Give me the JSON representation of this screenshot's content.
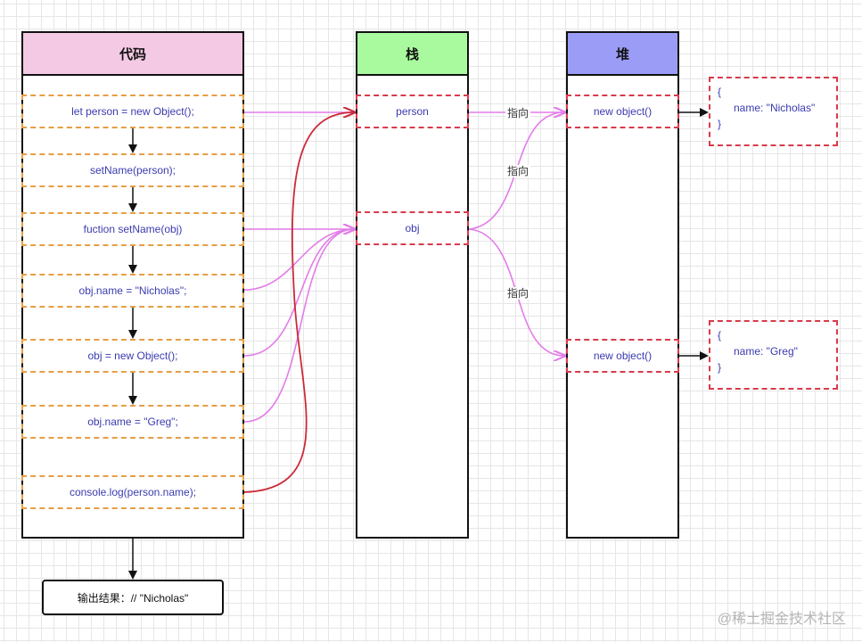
{
  "headers": {
    "code": "代码",
    "stack": "栈",
    "heap": "堆"
  },
  "colors": {
    "code_header": "#f4c9e3",
    "stack_header": "#a9fa9f",
    "heap_header": "#9b9cf6",
    "pink_arrow": "#e37ce9",
    "red_arrow": "#cc2a39",
    "dashed_orange": "#e69e45",
    "dashed_red": "#d93a4b",
    "code_text": "#3b3bb0"
  },
  "code_lines": [
    "let person = new Object();",
    "setName(person);",
    "fuction setName(obj)",
    "obj.name = \"Nicholas\";",
    "obj = new Object();",
    "obj.name = \"Greg\";",
    "console.log(person.name);"
  ],
  "stack_items": [
    "person",
    "obj"
  ],
  "heap_items": [
    "new object()",
    "new object()"
  ],
  "objects": [
    {
      "open": "{",
      "body": "name: \"Nicholas\"",
      "close": "}"
    },
    {
      "open": "{",
      "body": "name: \"Greg\"",
      "close": "}"
    }
  ],
  "edge_labels": [
    "指向",
    "指向",
    "指向"
  ],
  "result": "输出结果：// \"Nicholas\"",
  "watermark": "@稀土掘金技术社区"
}
